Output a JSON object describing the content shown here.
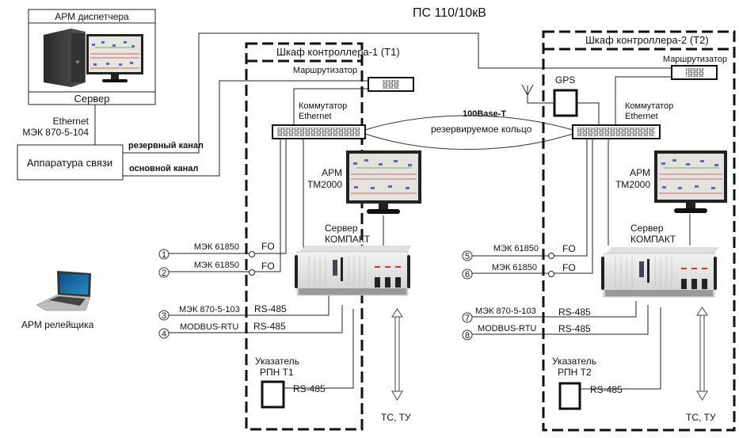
{
  "title": "ПС 110/10кВ",
  "dispatcher": {
    "header": "АРМ диспетчера",
    "footer": "Сервер",
    "link_label_1": "Ethernet",
    "link_label_2": "МЭК 870-5-104"
  },
  "comm_equipment": {
    "label": "Аппаратура связи",
    "reserve_channel": "резервный канал",
    "main_channel": "основной канал"
  },
  "relay_workstation": {
    "label": "АРМ релейщика"
  },
  "ring": {
    "top_label": "100Base-T",
    "middle_label": "резервируемое кольцо"
  },
  "cabinets": [
    {
      "title": "Шкаф контроллера-1  (Т1)",
      "router_label": "Маршрутизатор",
      "switch_label_1": "Коммутатор",
      "switch_label_2": "Ethernet",
      "arm_label_1": "АРМ",
      "arm_label_2": "ТМ2000",
      "server_label_1": "Сервер",
      "server_label_2": "КОМПАКТ",
      "rpn_label_1": "Указатель",
      "rpn_label_2": "РПН Т1",
      "rpn_link": "RS-485",
      "io_label": "ТС, ТУ",
      "inputs": [
        {
          "num": "1",
          "protocol": "МЭК 61850",
          "medium": "FO"
        },
        {
          "num": "2",
          "protocol": "МЭК 61850",
          "medium": "FO"
        },
        {
          "num": "3",
          "protocol": "МЭК 870-5-103",
          "medium": "RS-485"
        },
        {
          "num": "4",
          "protocol": "MODBUS-RTU",
          "medium": "RS-485"
        }
      ]
    },
    {
      "title": "Шкаф контроллера-2 (Т2)",
      "router_label": "Маршрутизатор",
      "gps_label": "GPS",
      "switch_label_1": "Коммутатор",
      "switch_label_2": "Ethernet",
      "arm_label_1": "АРМ",
      "arm_label_2": "ТМ2000",
      "server_label_1": "Сервер",
      "server_label_2": "КОМПАКТ",
      "rpn_label_1": "Указатель",
      "rpn_label_2": "РПН Т2",
      "rpn_link": "RS-485",
      "io_label": "ТС, ТУ",
      "inputs": [
        {
          "num": "5",
          "protocol": "МЭК 61850",
          "medium": "FO"
        },
        {
          "num": "6",
          "protocol": "МЭК 61850",
          "medium": "FO"
        },
        {
          "num": "7",
          "protocol": "МЭК 870-5-103",
          "medium": "RS-485"
        },
        {
          "num": "8",
          "protocol": "MODBUS-RTU",
          "medium": "RS-485"
        }
      ]
    }
  ]
}
